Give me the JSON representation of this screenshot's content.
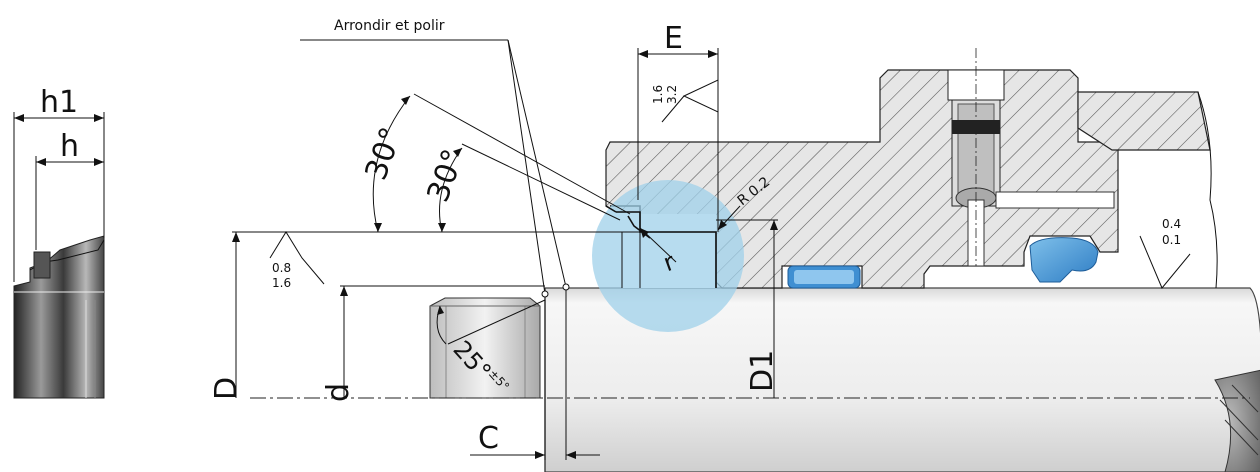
{
  "annotation": {
    "polish_note": "Arrondir et polir"
  },
  "dimensions": {
    "h1": "h1",
    "h": "h",
    "D": "D",
    "d": "d",
    "D1": "D1",
    "C": "C",
    "E": "E",
    "r": "r",
    "radius_note": "R 0.2",
    "angle_30_outer": "30°",
    "angle_30_inner": "30°",
    "chamfer_angle": "25°",
    "chamfer_tolerance": "±5°"
  },
  "surface_roughness": {
    "groove_side": {
      "top": "1.6",
      "bottom": "3.2"
    },
    "groove_bottom": {
      "top": "0.8",
      "bottom": "1.6"
    },
    "shaft": {
      "top": "0.4",
      "bottom": "0.1"
    }
  },
  "colors": {
    "highlight": "#9fd0ea",
    "seal_blue": "#3f8fd2",
    "shaft_light": "#f4f4f4",
    "shaft_dark": "#c8c8c8",
    "hatch_fill": "#e6e6e6"
  }
}
